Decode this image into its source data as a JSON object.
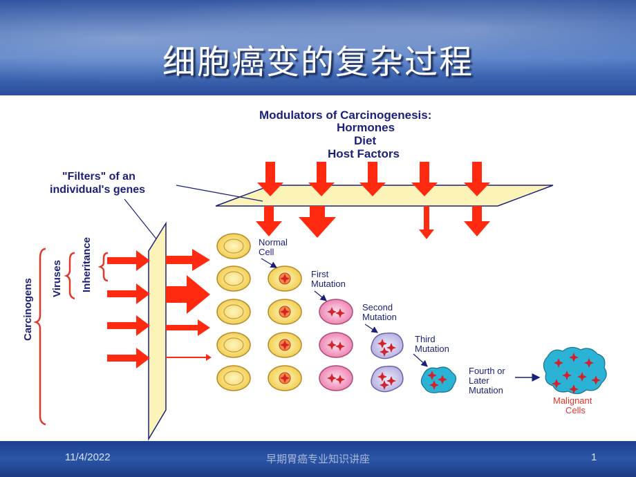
{
  "slide": {
    "title": "细胞癌变的复杂过程",
    "footer_date": "11/4/2022",
    "footer_center": "早期胃癌专业知识讲座",
    "page_number": "1"
  },
  "diagram": {
    "modulators": {
      "heading": "Modulators of Carcinogenesis:",
      "items": [
        "Hormones",
        "Diet",
        "Host Factors"
      ]
    },
    "filters_label": [
      "\"Filters\" of an",
      "individual's genes"
    ],
    "side_labels": {
      "carcinogens": "Carcinogens",
      "viruses": "Viruses",
      "inheritance": "Inheritance"
    },
    "stages": {
      "normal": [
        "Normal",
        "Cell"
      ],
      "first": [
        "First",
        "Mutation"
      ],
      "second": [
        "Second",
        "Mutation"
      ],
      "third": [
        "Third",
        "Mutation"
      ],
      "fourth": [
        "Fourth or",
        "Later",
        "Mutation"
      ],
      "malignant": [
        "Malignant",
        "Cells"
      ]
    },
    "colors": {
      "arrow": "#ff2a10",
      "filter": "#fbf3b8",
      "cell_yellow": "#f7e27a",
      "cell_orange": "#f8d28a",
      "cell_pink": "#f4a8c9",
      "cell_lavender": "#c8c4e8",
      "cell_teal": "#2bb3d6",
      "label_blue": "#1a1f7a",
      "malignant_red": "#e2342a"
    }
  }
}
